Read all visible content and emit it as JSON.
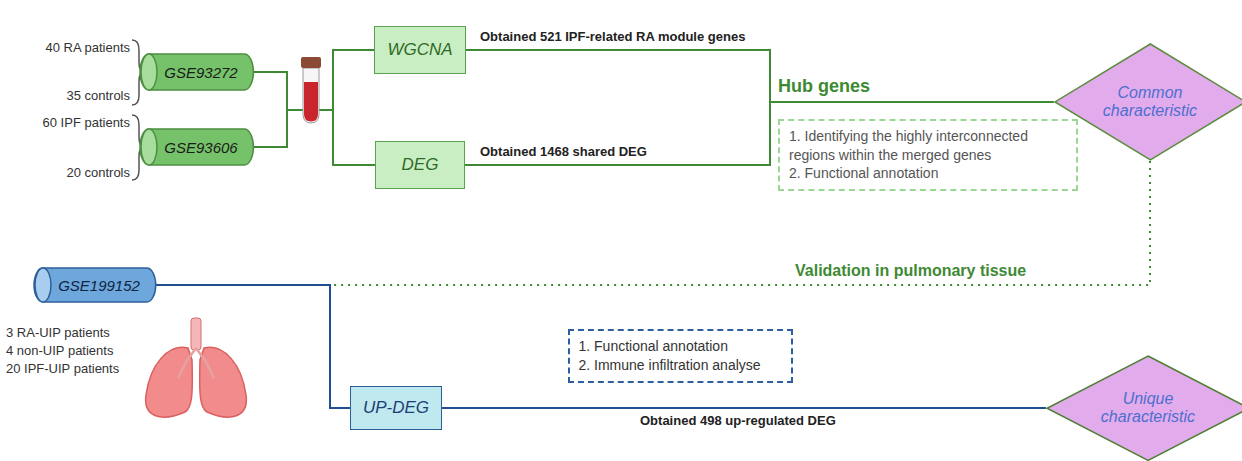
{
  "diagram": {
    "nodes": [
      {
        "text": [
          "GSE93272"
        ]
      },
      {
        "text": [
          "GSE93606"
        ]
      },
      {
        "text": [
          "WGCNA"
        ]
      },
      {
        "text": [
          "DEG"
        ]
      },
      {
        "text": [
          "1. Identifying the highly interconnected regions within the merged genes",
          "2. Functional annotation"
        ]
      },
      {
        "text": [
          "Common characteristic"
        ]
      },
      {
        "text": [
          "GSE199152"
        ]
      },
      {
        "text": [
          "UP-DEG"
        ]
      },
      {
        "text": [
          "1. Functional annotation",
          "2. Immune infiltration analyse"
        ]
      },
      {
        "text": [
          "Unique characteristic"
        ]
      }
    ],
    "edges": [
      {
        "from": 0,
        "to": 2,
        "arrow": "none"
      },
      {
        "from": 0,
        "to": 3,
        "arrow": "none"
      },
      {
        "from": 1,
        "to": 2,
        "arrow": "none"
      },
      {
        "from": 1,
        "to": 3,
        "arrow": "none"
      },
      {
        "from": 2,
        "to": 5,
        "label": "Obtained 521 IPF-related RA module genes",
        "arrow": "none"
      },
      {
        "from": 3,
        "to": 5,
        "label": "Obtained 1468 shared DEG",
        "arrow": "none"
      },
      {
        "from": 5,
        "to": 6,
        "label": "Validation in pulmonary tissue",
        "arrow": "none"
      },
      {
        "from": 6,
        "to": 7,
        "arrow": "none"
      },
      {
        "from": 7,
        "to": 9,
        "label": "Obtained 498 up-regulated DEG",
        "arrow": "none"
      }
    ],
    "labels": [
      "40 RA patients",
      "35 controls",
      "60 IPF patients",
      "20 controls",
      "Hub genes",
      "3 RA-UIP patients",
      "4 non-UIP patients",
      "20 IPF-UIP patients"
    ]
  }
}
